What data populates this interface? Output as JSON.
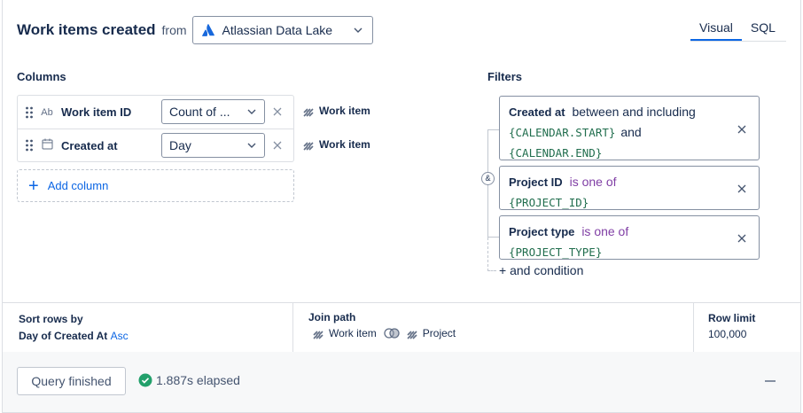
{
  "header": {
    "title": "Work items created",
    "from_label": "from",
    "source": "Atlassian Data Lake"
  },
  "tabs": [
    {
      "label": "Visual",
      "active": true
    },
    {
      "label": "SQL",
      "active": false
    }
  ],
  "columns": {
    "heading": "Columns",
    "items": [
      {
        "type_icon": "Ab",
        "name": "Work item ID",
        "aggregation": "Count of ...",
        "table": "Work item"
      },
      {
        "type_icon": "calendar-icon",
        "name": "Created at",
        "aggregation": "Day",
        "table": "Work item"
      }
    ],
    "add_label": "Add column"
  },
  "filters": {
    "heading": "Filters",
    "connector": "&",
    "items": [
      {
        "field": "Created at",
        "operator": "between and including",
        "value1": "{CALENDAR.START}",
        "joiner": "and",
        "value2": "{CALENDAR.END}"
      },
      {
        "field": "Project ID",
        "operator": "is one of",
        "value": "{PROJECT_ID}"
      },
      {
        "field": "Project type",
        "operator": "is one of",
        "value": "{PROJECT_TYPE}"
      }
    ],
    "add_condition": "+ and condition"
  },
  "sort": {
    "label": "Sort rows by",
    "value": "Day of Created At",
    "direction": "Asc"
  },
  "join": {
    "label": "Join path",
    "from": "Work item",
    "to": "Project"
  },
  "row_limit": {
    "label": "Row limit",
    "value": "100,000"
  },
  "status": {
    "button": "Query finished",
    "elapsed": "1.887s elapsed",
    "success_color": "#22a06b"
  },
  "colors": {
    "accent": "#0c66e4",
    "operator_purple": "#803fa5",
    "variable_green": "#216e4e"
  }
}
